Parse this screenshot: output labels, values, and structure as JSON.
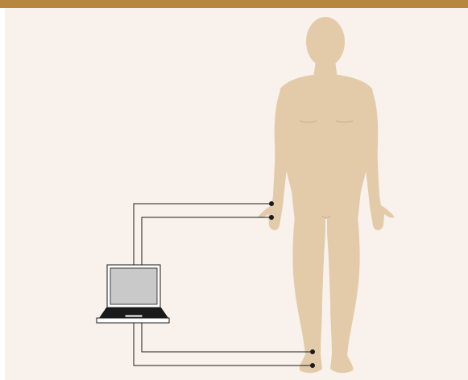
{
  "colors": {
    "header_band": "#B7873F",
    "panel_background": "#F8F1EC",
    "body_silhouette": "#E3CBA9",
    "body_contour": "#CBAE8A",
    "wire": "#1A1A1A",
    "laptop_screen": "#C9C9C9",
    "laptop_frame": "#FFFFFF",
    "laptop_keyboard": "#1A1A1A"
  },
  "icons": {
    "figure": "human-body-silhouette-icon",
    "device": "laptop-icon",
    "electrode": "electrode-dot-icon"
  },
  "electrodes": [
    {
      "site": "right-hand-upper"
    },
    {
      "site": "right-hand-lower"
    },
    {
      "site": "right-ankle-upper"
    },
    {
      "site": "right-foot-lower"
    }
  ]
}
